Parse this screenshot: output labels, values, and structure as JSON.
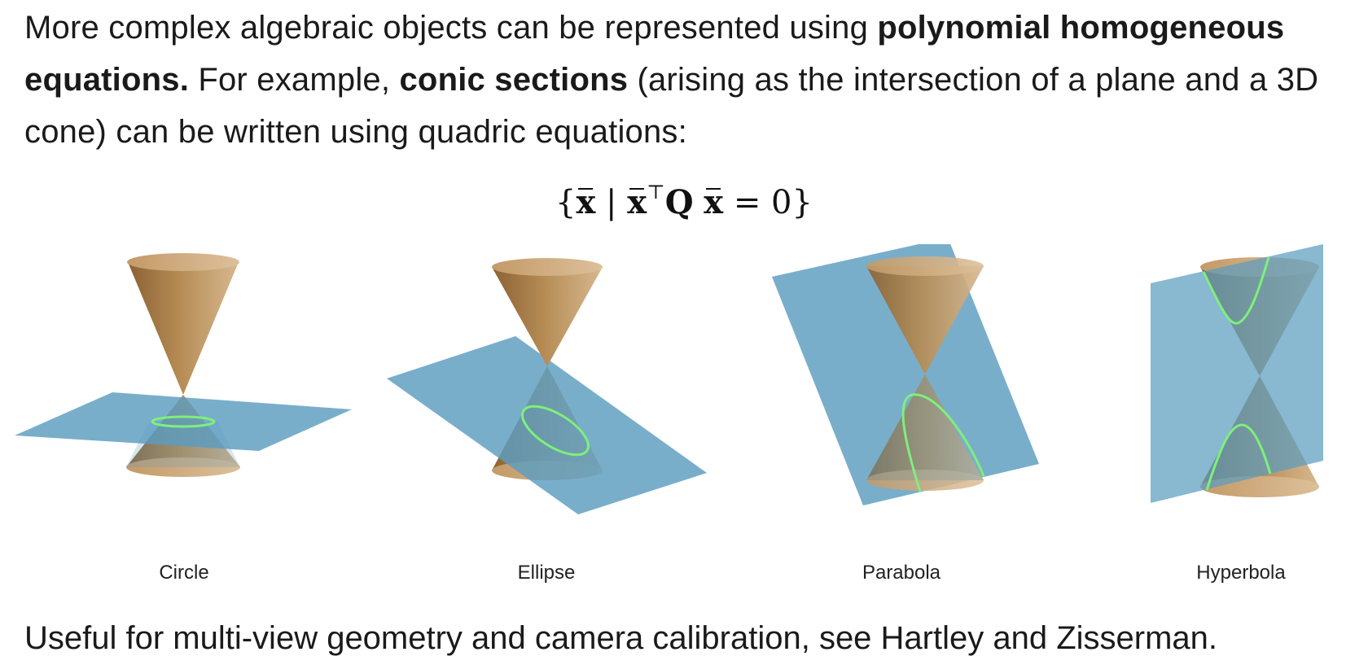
{
  "intro": {
    "t1": "More complex algebraic objects can be represented using ",
    "b1": "polynomial homogeneous equations.",
    "t2": " For example, ",
    "b2": "conic sections",
    "t3": " (arising as the intersection of a plane and a 3D cone) can be written using quadric equations:"
  },
  "formula": {
    "open": "{",
    "x1": "x",
    "bar": "|",
    "x2": "x",
    "transpose": "⊤",
    "Q": "Q",
    "x3": "x",
    "eq": "= 0",
    "close": "}"
  },
  "figures": [
    {
      "caption": "Circle",
      "kind": "circle"
    },
    {
      "caption": "Ellipse",
      "kind": "ellipse"
    },
    {
      "caption": "Parabola",
      "kind": "parabola"
    },
    {
      "caption": "Hyperbola",
      "kind": "hyperbola"
    }
  ],
  "footer": "Useful for multi-view geometry and camera calibration, see Hartley and Zisserman.",
  "colors": {
    "cone": "#b48a52",
    "cone_light": "#d8b890",
    "cone_dark": "#8a6234",
    "plane": "#5b9cbf",
    "curve": "#7df07a"
  }
}
